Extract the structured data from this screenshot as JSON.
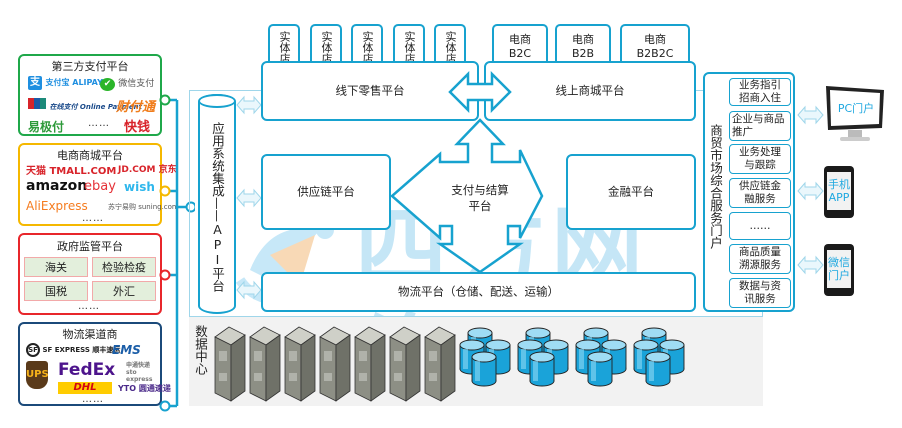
{
  "left_panels": {
    "payment": {
      "title": "第三方支付平台",
      "color": "#1fa84a",
      "logos": [
        "支付宝 ALIPAY",
        "微信支付",
        "在线支付 Online Payment",
        "财付通",
        "易极付",
        "快钱"
      ],
      "more": "……"
    },
    "ecommerce": {
      "title": "电商商城平台",
      "color": "#f5b800",
      "logos": [
        "天猫 TMALL.COM",
        "JD.COM 京东",
        "amazon",
        "ebay",
        "wish",
        "AliExpress",
        "苏宁易购 suning.com"
      ],
      "more": "……"
    },
    "government": {
      "title": "政府监管平台",
      "color": "#e8262b",
      "cells": [
        "海关",
        "检验检疫",
        "国税",
        "外汇"
      ],
      "more": "……"
    },
    "logistics": {
      "title": "物流渠道商",
      "color": "#1b4a7a",
      "logos": [
        "SF EXPRESS 顺丰速运",
        "EMS",
        "UPS",
        "FedEx",
        "申通快递 sto express",
        "DHL",
        "YTO 圆通速递"
      ],
      "more": "……"
    }
  },
  "api_platform": {
    "label_top": "应用系统集成",
    "label_dash": "——",
    "label_bottom": "API平台"
  },
  "stores": [
    "实\n体\n店",
    "实\n体\n店",
    "实\n体\n店",
    "实\n体\n店",
    "实\n体\n店"
  ],
  "store_label": "实体店",
  "ecom_tabs": [
    {
      "line1": "电商",
      "line2": "B2C"
    },
    {
      "line1": "电商",
      "line2": "B2B"
    },
    {
      "line1": "电商",
      "line2": "B2B2C"
    }
  ],
  "platforms": {
    "offline_retail": "线下零售平台",
    "online_mall": "线上商城平台",
    "supply_chain": "供应链平台",
    "payment_settlement_1": "支付与结算",
    "payment_settlement_2": "平台",
    "finance": "金融平台",
    "logistics": "物流平台（仓储、配送、运输）"
  },
  "data_center": {
    "label": "数据中心",
    "servers": 7,
    "db_clusters": 4
  },
  "portal": {
    "title": "商贸市场综合服务门户",
    "services": [
      {
        "line1": "业务指引",
        "line2": "招商入住"
      },
      {
        "line1": "企业与商品",
        "line2": "推广"
      },
      {
        "line1": "业务处理",
        "line2": "与跟踪"
      },
      {
        "line1": "供应链金",
        "line2": "融服务"
      },
      {
        "line1": "……",
        "line2": ""
      },
      {
        "line1": "商品质量",
        "line2": "溯源服务"
      },
      {
        "line1": "数据与资",
        "line2": "讯服务"
      }
    ]
  },
  "devices": [
    {
      "type": "pc",
      "line1": "PC门户",
      "line2": ""
    },
    {
      "type": "phone",
      "line1": "手机",
      "line2": "APP"
    },
    {
      "type": "phone",
      "line1": "微信",
      "line2": "门户"
    }
  ],
  "watermark": "四方网络",
  "colors": {
    "accent": "#17a2cf",
    "watermark": "#bfe4f6"
  }
}
